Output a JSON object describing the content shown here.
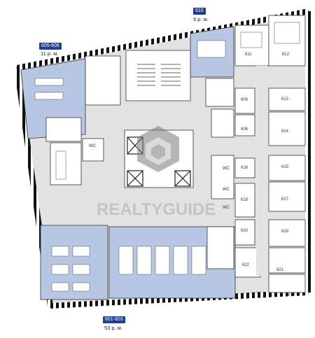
{
  "colors": {
    "wall": "#111111",
    "office_highlight": "#b7c6e3",
    "corridor": "#e2e2e2",
    "room": "#ffffff",
    "furniture": "#666666",
    "tag_bg": "#1f3f8f",
    "watermark": "#9a9a9a"
  },
  "zones": [
    {
      "id": "605-606",
      "label": "605-606",
      "area": "11 р. м."
    },
    {
      "id": "610",
      "label": "610",
      "area": "9 р. м."
    },
    {
      "id": "601-603",
      "label": "601-603",
      "area": "53 р. м."
    }
  ],
  "rooms": {
    "r611": "611",
    "r612": "612",
    "r609": "609",
    "r613": "613",
    "r608": "608",
    "r614": "614",
    "r616": "616",
    "r615": "615",
    "r618": "618",
    "r617": "617",
    "r620": "620",
    "r619": "619",
    "r622": "622",
    "r621": "621",
    "r621a": "621а"
  },
  "wc": [
    "WC",
    "WC",
    "WC",
    "WC"
  ],
  "watermark": {
    "text": "REALTYGUIDE",
    "logo_icon": "cube-logo-icon"
  }
}
